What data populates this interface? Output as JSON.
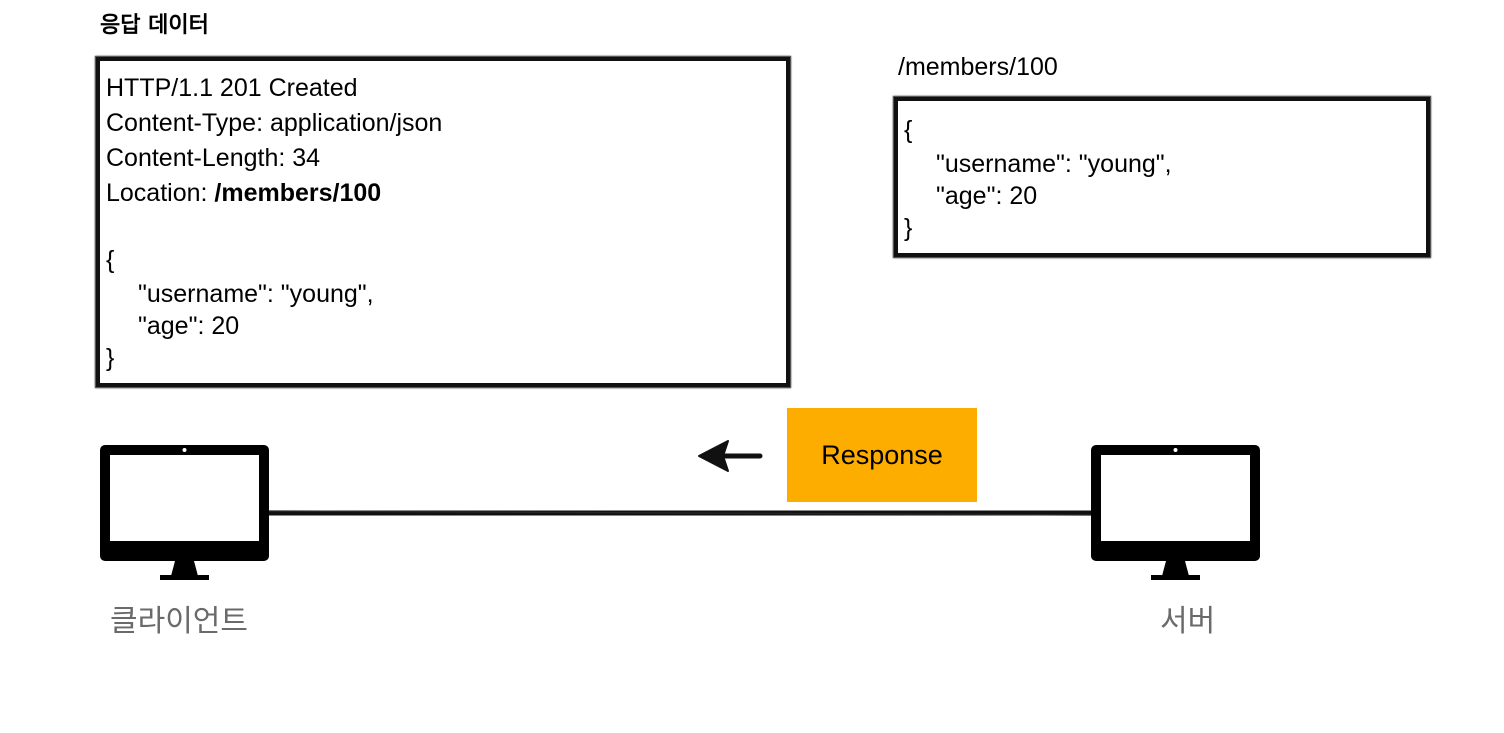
{
  "response_title": "응답 데이터",
  "response": {
    "status_line": "HTTP/1.1 201 Created",
    "content_type": "Content-Type: application/json",
    "content_length": "Content-Length: 34",
    "location_label": "Location: ",
    "location_value": "/members/100",
    "body_open": "{",
    "body_username": "\"username\": \"young\",",
    "body_age": "\"age\": 20",
    "body_close": "}"
  },
  "resource": {
    "path": "/members/100",
    "open": "{",
    "username": "\"username\": \"young\",",
    "age": "\"age\": 20",
    "close": "}"
  },
  "arrow_label": "Response",
  "client_label": "클라이언트",
  "server_label": "서버",
  "colors": {
    "response_badge": "#fdad00",
    "caption": "#6a6a6a",
    "line": "#111111"
  }
}
